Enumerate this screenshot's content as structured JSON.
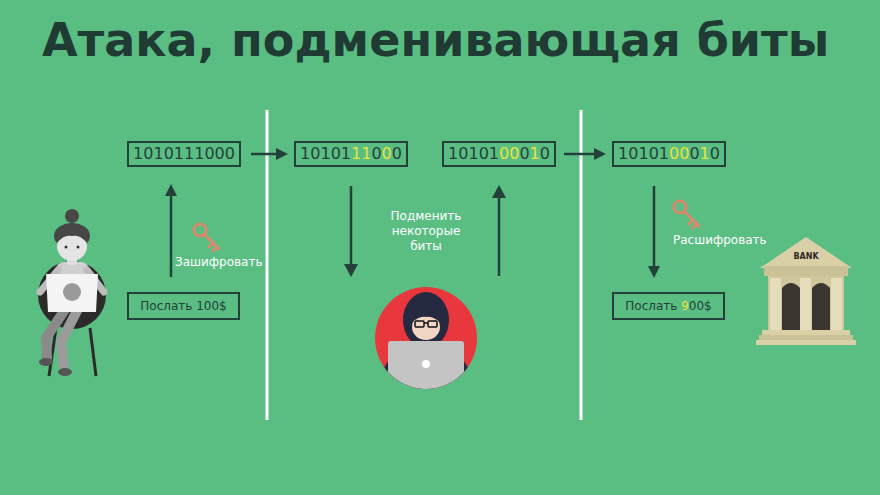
{
  "diagram": {
    "title": "Атака, подменивающая биты",
    "nodes": [
      {
        "text": [
          "1010111000"
        ]
      },
      {
        "text": [
          "1010111000"
        ]
      },
      {
        "text": [
          "1010100010"
        ]
      },
      {
        "text": [
          "1010100010"
        ]
      },
      {
        "text": [
          "Послать 100$"
        ]
      },
      {
        "text": [
          "Послать 900$"
        ]
      }
    ],
    "edges": [
      {
        "from": 4,
        "to": 0,
        "arrow": "to",
        "label": "Зашифровать"
      },
      {
        "from": 0,
        "to": 1,
        "arrow": "to"
      },
      {
        "from": 2,
        "to": 3,
        "arrow": "to"
      },
      {
        "from": 3,
        "to": 5,
        "arrow": "to",
        "label": "Расшифровать"
      }
    ],
    "labels": [
      "Подменить некоторые биты",
      "BANK"
    ]
  }
}
